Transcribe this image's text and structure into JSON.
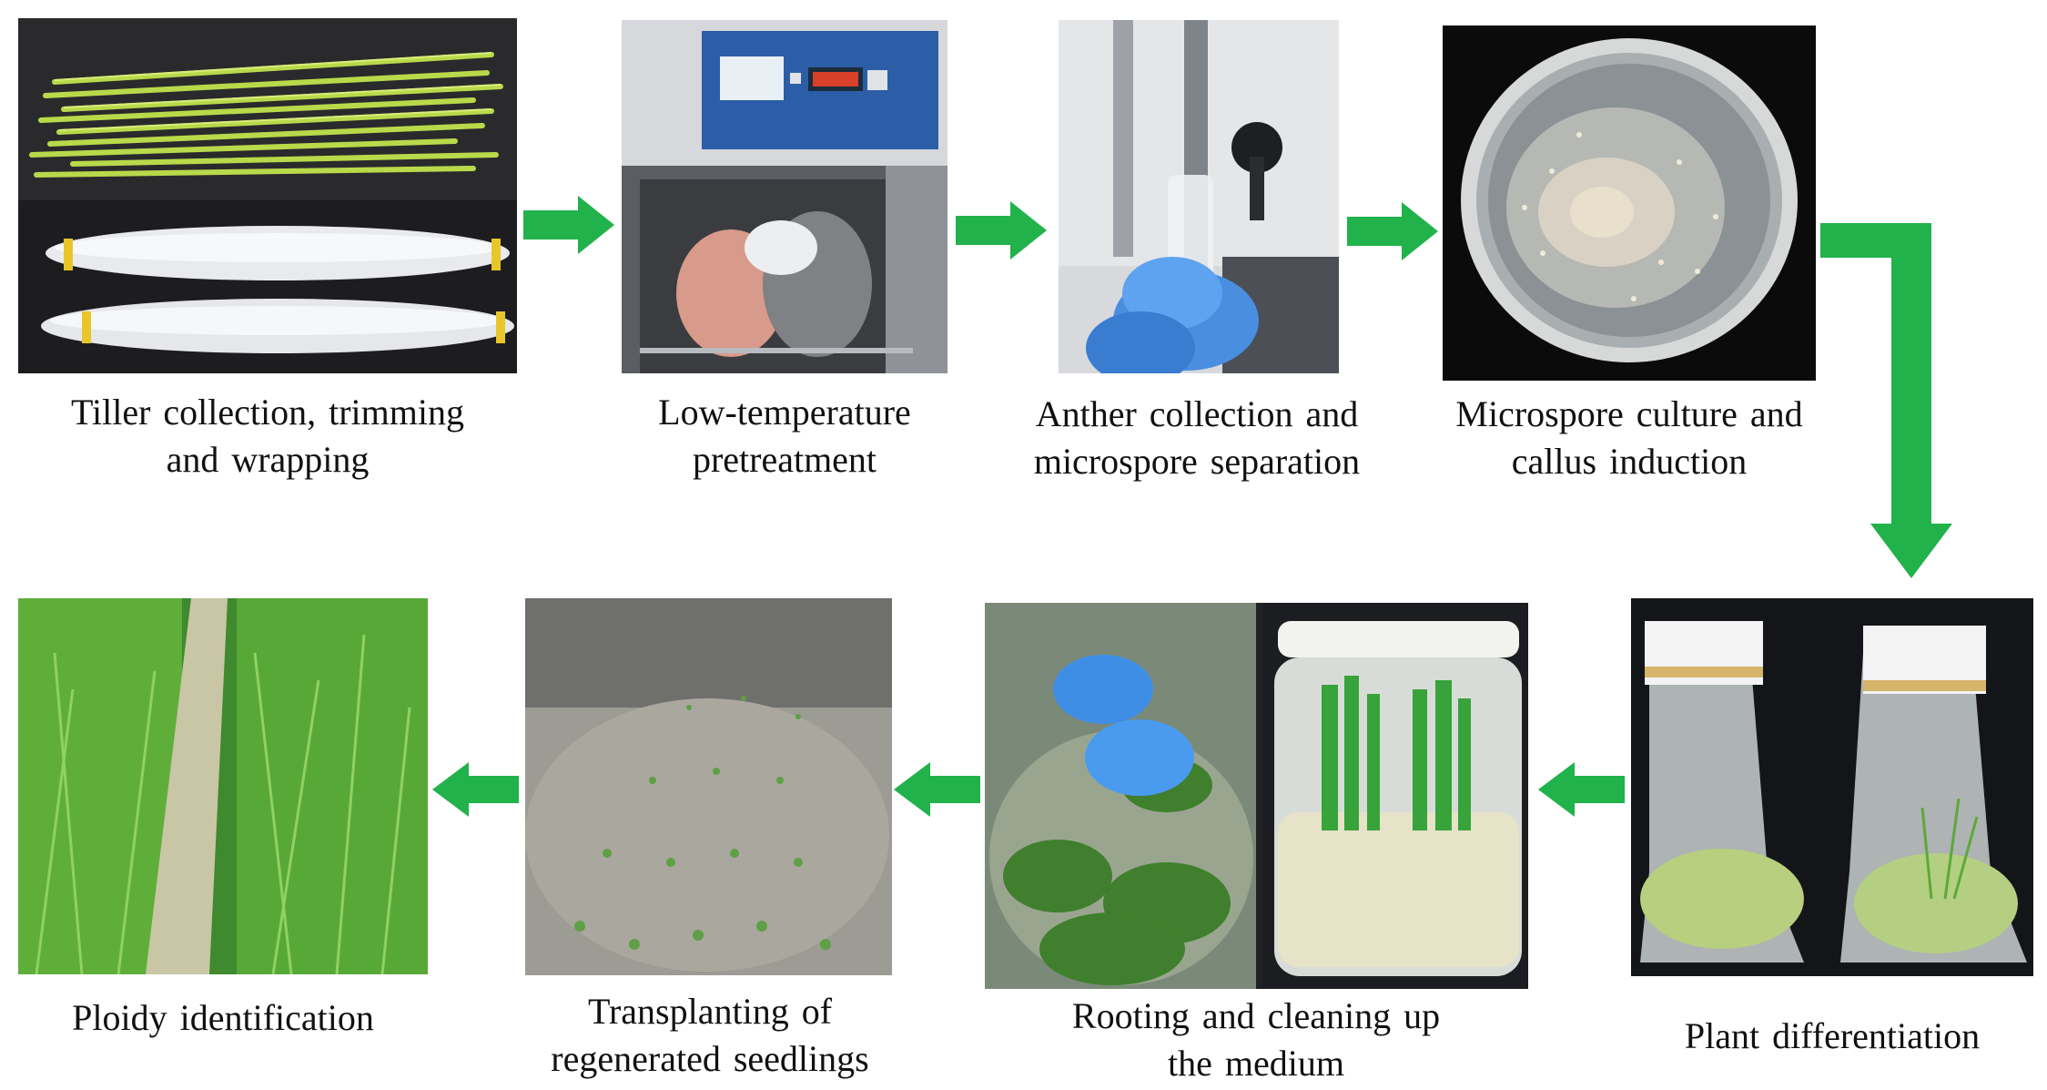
{
  "steps": [
    {
      "id": 1,
      "caption_line1": "Tiller collection, trimming",
      "caption_line2": "and wrapping"
    },
    {
      "id": 2,
      "caption_line1": "Low-temperature",
      "caption_line2": "pretreatment"
    },
    {
      "id": 3,
      "caption_line1": "Anther collection and",
      "caption_line2": "microspore separation"
    },
    {
      "id": 4,
      "caption_line1": "Microspore culture and",
      "caption_line2": "callus induction"
    },
    {
      "id": 5,
      "caption_line1": "Plant differentiation",
      "caption_line2": ""
    },
    {
      "id": 6,
      "caption_line1": "Rooting and cleaning up",
      "caption_line2": "the medium"
    },
    {
      "id": 7,
      "caption_line1": "Transplanting of",
      "caption_line2": "regenerated seedlings"
    },
    {
      "id": 8,
      "caption_line1": "Ploidy identification",
      "caption_line2": ""
    }
  ],
  "colors": {
    "arrow": "#21b24b",
    "text": "#111111"
  }
}
